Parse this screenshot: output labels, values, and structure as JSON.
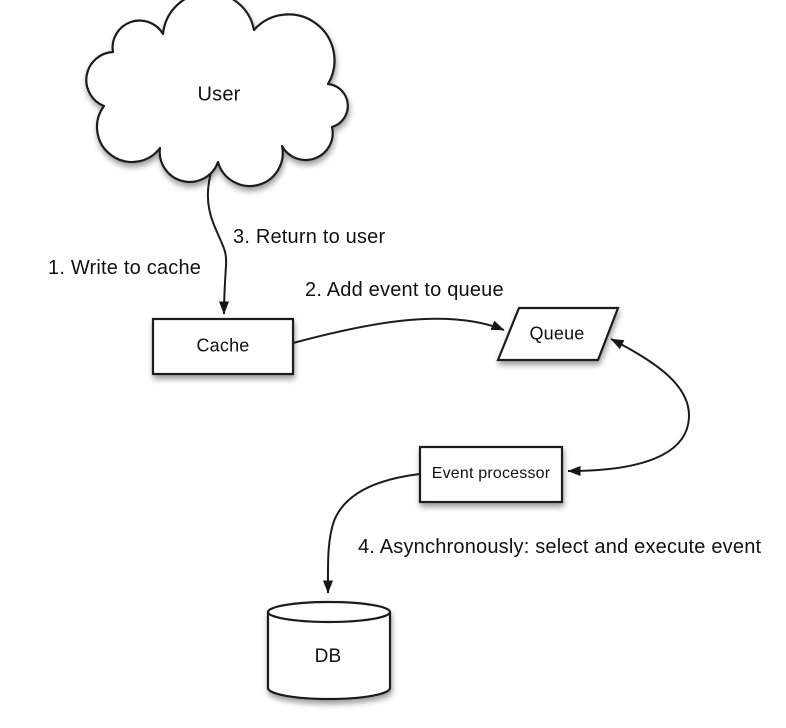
{
  "background": "#ffffff",
  "palette": {
    "stroke": "#1c1c1c",
    "shape_fill": "#ffffff",
    "text": "#111111",
    "arrowhead": "#161616"
  },
  "nodes": [
    {
      "id": "user",
      "shape": "cloud",
      "label": "User"
    },
    {
      "id": "cache",
      "shape": "rectangle",
      "label": "Cache"
    },
    {
      "id": "queue",
      "shape": "parallelogram",
      "label": "Queue"
    },
    {
      "id": "event-processor",
      "shape": "rectangle",
      "label": "Event processor"
    },
    {
      "id": "db",
      "shape": "cylinder",
      "label": "DB"
    }
  ],
  "edges": [
    {
      "from": "user",
      "to": "cache",
      "style": "arrow",
      "labels": [
        "1. Write to cache",
        "3. Return to user"
      ]
    },
    {
      "from": "cache",
      "to": "queue",
      "style": "arrow",
      "labels": [
        "2. Add event to queue"
      ]
    },
    {
      "from": "queue",
      "to": "event-processor",
      "style": "double-arrow",
      "labels": []
    },
    {
      "from": "event-processor",
      "to": "db",
      "style": "arrow",
      "labels": [
        "4. Asynchronously: select and execute event"
      ]
    }
  ]
}
